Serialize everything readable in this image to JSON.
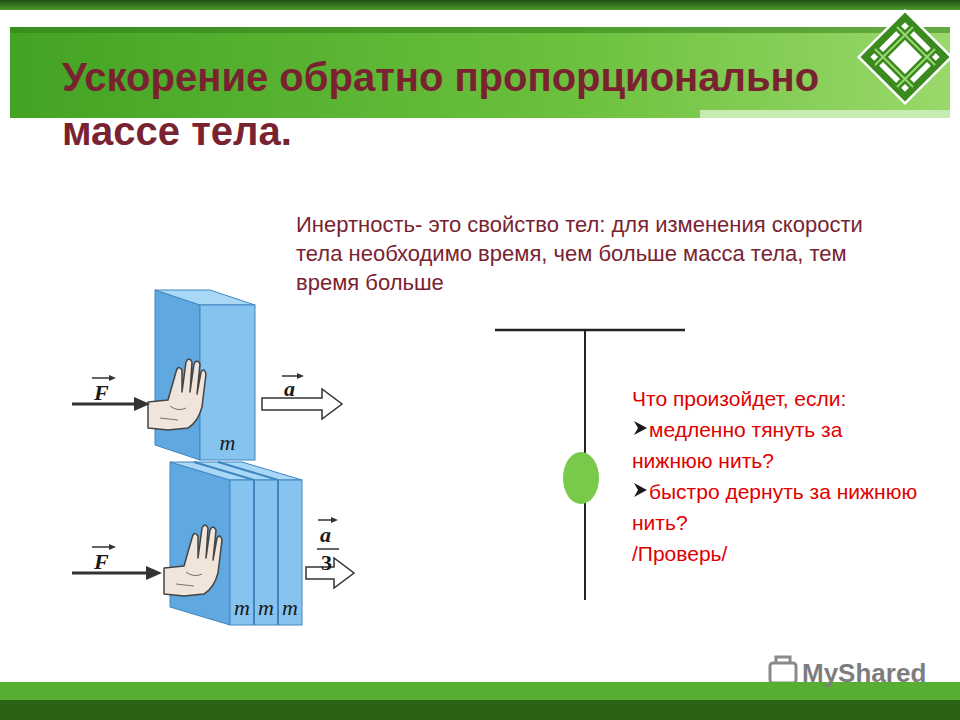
{
  "diagram": {
    "title": "Ускорение обратно пропорционально массе тела.",
    "nodes": [
      {
        "text": [
          "m"
        ]
      },
      {
        "text": [
          "m"
        ]
      },
      {
        "text": [
          "m"
        ]
      },
      {
        "text": [
          "m"
        ]
      }
    ],
    "labels": [
      "Инертность- это свойство тел: для изменения скорости тела необходимо время, чем больше масса тела, тем время больше",
      "F",
      "a",
      "F",
      "a",
      "3",
      "Что произойдет, если:",
      "медленно тянуть за нижнюю нить?",
      "быстро дернуть за нижнюю нить?",
      "/Проверь/",
      "MyShared"
    ]
  }
}
